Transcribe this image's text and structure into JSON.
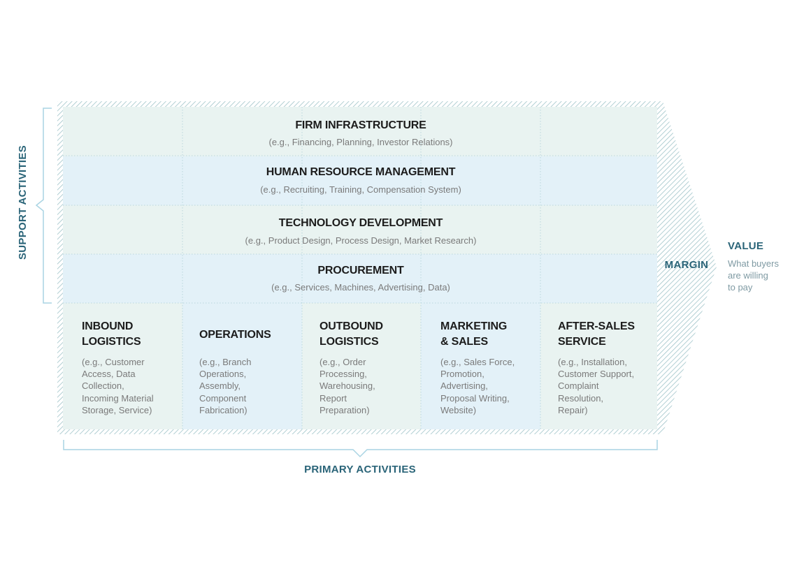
{
  "support_activities_label": "SUPPORT ACTIVITIES",
  "primary_activities_label": "PRIMARY ACTIVITIES",
  "margin_label": "MARGIN",
  "value": {
    "title": "VALUE",
    "description_lines": [
      "What buyers",
      "are willing",
      "to pay"
    ]
  },
  "support_activities": [
    {
      "title": "FIRM INFRASTRUCTURE",
      "examples": "(e.g., Financing, Planning, Investor Relations)"
    },
    {
      "title": "HUMAN RESOURCE MANAGEMENT",
      "examples": "(e.g., Recruiting, Training, Compensation System)"
    },
    {
      "title": "TECHNOLOGY DEVELOPMENT",
      "examples": "(e.g., Product Design, Process Design, Market Research)"
    },
    {
      "title": "PROCUREMENT",
      "examples": "(e.g., Services, Machines, Advertising, Data)"
    }
  ],
  "primary_activities": [
    {
      "title_lines": [
        "INBOUND",
        "LOGISTICS"
      ],
      "example_lines": [
        "(e.g., Customer",
        "Access, Data",
        "Collection,",
        "Incoming Material",
        "Storage, Service)"
      ]
    },
    {
      "title_lines": [
        "OPERATIONS"
      ],
      "example_lines": [
        "(e.g., Branch",
        "Operations,",
        "Assembly,",
        "Component",
        "Fabrication)"
      ]
    },
    {
      "title_lines": [
        "OUTBOUND",
        "LOGISTICS"
      ],
      "example_lines": [
        "(e.g., Order",
        "Processing,",
        "Warehousing,",
        "Report",
        "Preparation)"
      ]
    },
    {
      "title_lines": [
        "MARKETING",
        "& SALES"
      ],
      "example_lines": [
        "(e.g., Sales Force,",
        "Promotion,",
        "Advertising,",
        "Proposal Writing,",
        "Website)"
      ]
    },
    {
      "title_lines": [
        "AFTER-SALES",
        "SERVICE"
      ],
      "example_lines": [
        "(e.g., Installation,",
        "Customer Support,",
        "Complaint",
        "Resolution,",
        "Repair)"
      ]
    }
  ],
  "colors": {
    "accent": "#2a6478",
    "band_light": "#e9f3f1",
    "band_blue": "#e3f1f8",
    "hatch": "#9fc4c9",
    "bracket": "#a9d4e3"
  }
}
